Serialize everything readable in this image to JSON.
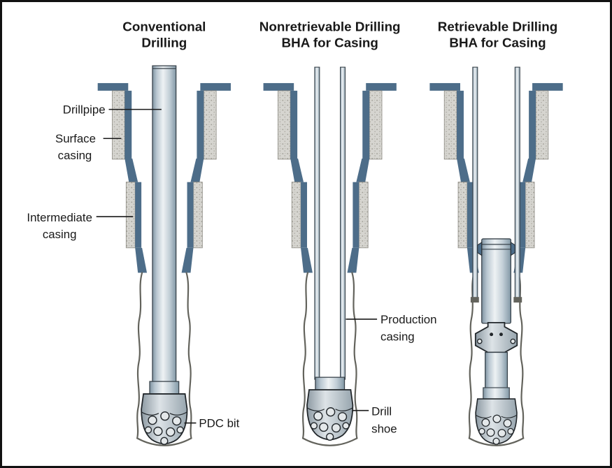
{
  "diagram": {
    "titles": [
      {
        "line1": "Conventional",
        "line2": "Drilling"
      },
      {
        "line1": "Nonretrievable Drilling",
        "line2": "BHA for Casing"
      },
      {
        "line1": "Retrievable Drilling",
        "line2": "BHA for Casing"
      }
    ],
    "labels": {
      "drillpipe": "Drillpipe",
      "surface_casing_line1": "Surface",
      "surface_casing_line2": "casing",
      "intermediate_casing_line1": "Intermediate",
      "intermediate_casing_line2": "casing",
      "production_casing_line1": "Production",
      "production_casing_line2": "casing",
      "drill_shoe_line1": "Drill",
      "drill_shoe_line2": "shoe",
      "pdc_bit": "PDC bit"
    },
    "colors": {
      "casing_dark": "#4d6d89",
      "cement_fill": "#d6d5d0",
      "cement_speckle": "#9a988f",
      "cement_edge": "#8d8b83",
      "hole_wall": "#63635c",
      "pipe_light": "#eef2f4",
      "pipe_shadow": "#8298a6",
      "outline": "#39434b",
      "outline_strong": "#22272b",
      "cutter": "#e4e8ea",
      "text": "#191919",
      "background": "#ffffff",
      "border": "#111111"
    }
  }
}
